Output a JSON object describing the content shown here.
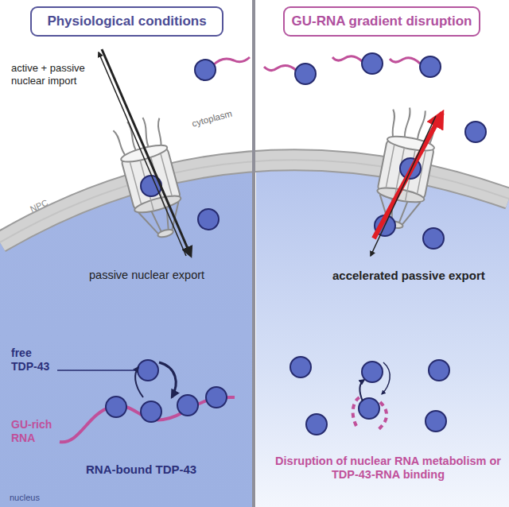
{
  "diagram": {
    "nodes": [
      {
        "text": [
          "Physiological conditions"
        ]
      },
      {
        "text": [
          "GU-RNA gradient disruption"
        ]
      }
    ],
    "labels": [
      "active + passive nuclear import",
      "cytoplasm",
      "NPC",
      "passive nuclear export",
      "free TDP-43",
      "GU-rich RNA",
      "RNA-bound TDP-43",
      "nucleus",
      "accelerated passive export",
      "Disruption of nuclear RNA metabolism or TDP-43-RNA binding"
    ]
  }
}
